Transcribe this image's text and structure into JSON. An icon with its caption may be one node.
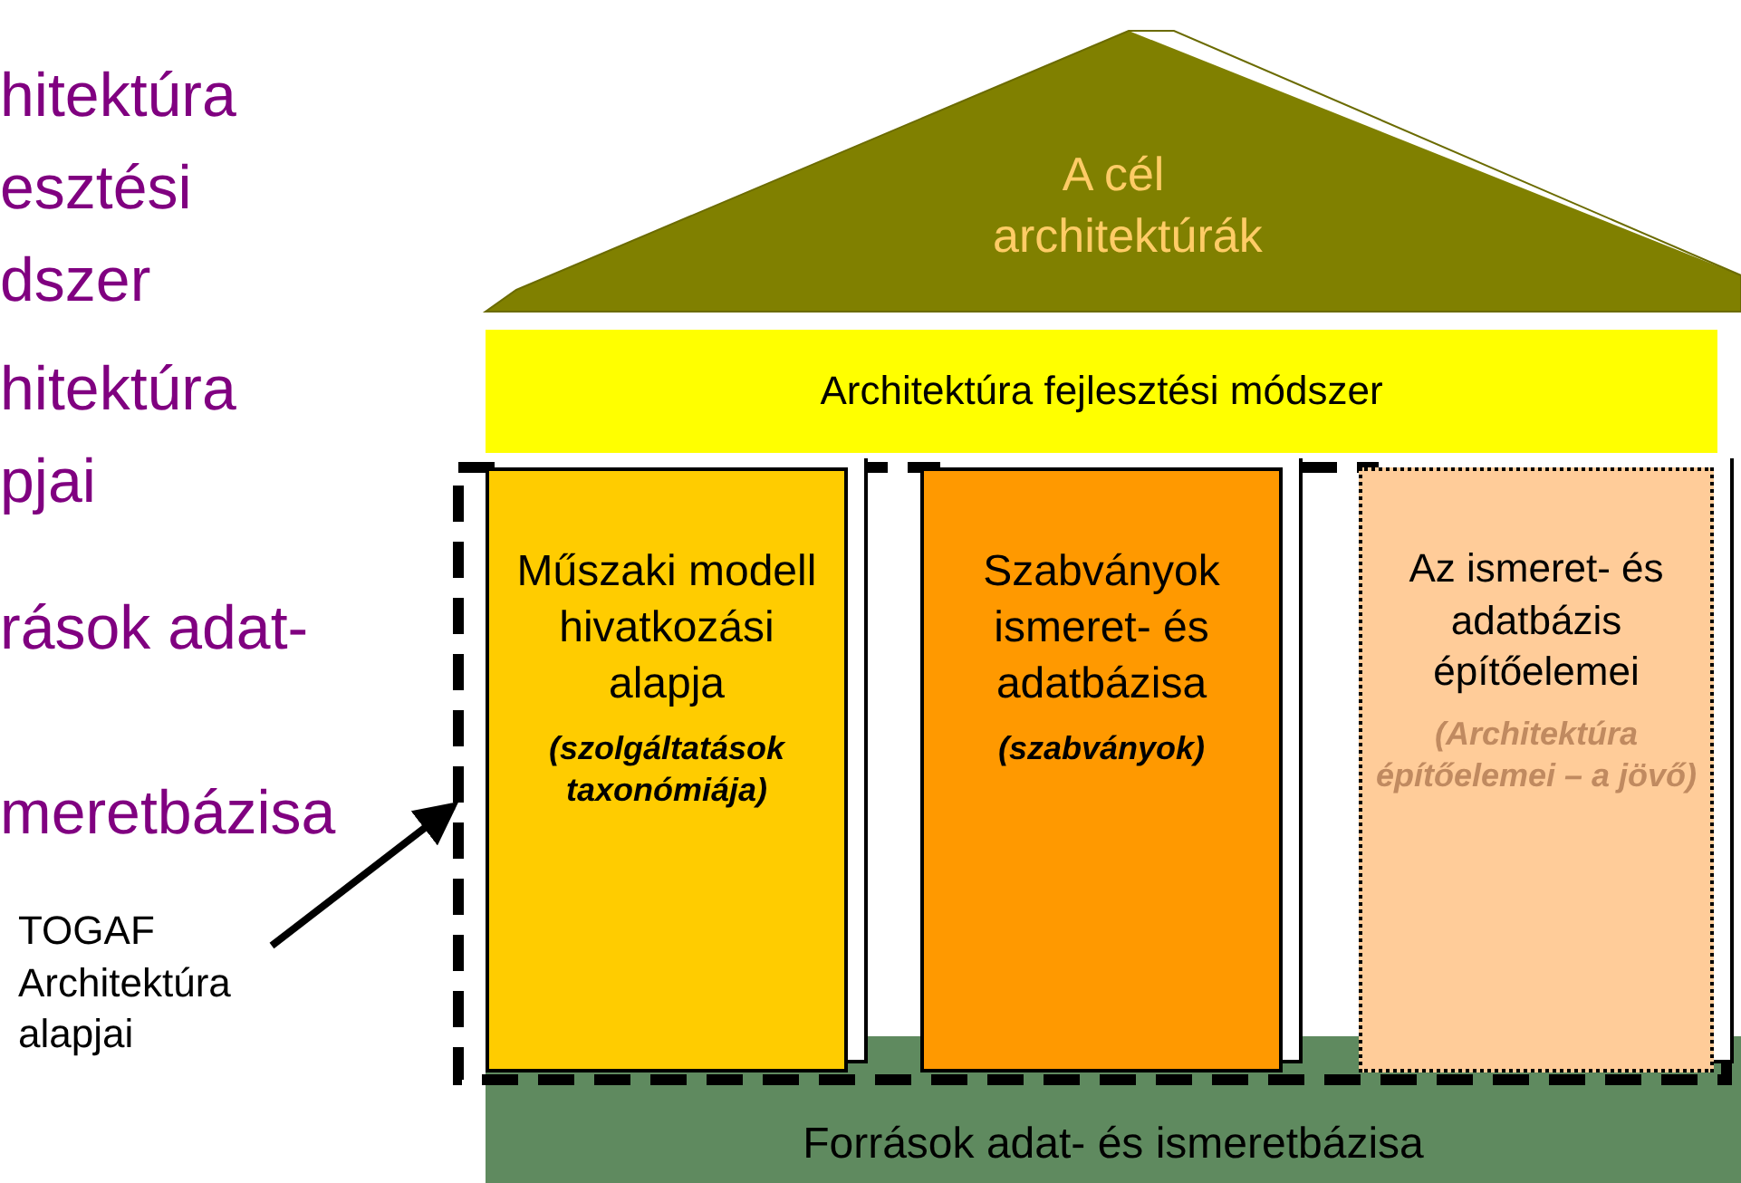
{
  "diagram": {
    "nodes": [
      {
        "text": [
          "A cél architektúrák"
        ]
      },
      {
        "text": [
          "Architektúra fejlesztési módszer"
        ]
      },
      {
        "text": [],
        "shape": "box"
      },
      {
        "text": [
          "Műszaki modell hivatkozási alapja",
          "(szolgáltatások taxonómiája)"
        ],
        "in": 2
      },
      {
        "text": [
          "Szabványok ismeret- és adatbázisa",
          "(szabványok)"
        ],
        "in": 2
      },
      {
        "text": [
          "Az ismeret- és adatbázis építőelemei",
          "(Architektúra építőelemei – a jövő)"
        ],
        "in": 2
      },
      {
        "text": [
          "Források adat- és ismeretbázisa"
        ]
      },
      {
        "text": [
          "TOGAF Architektúra alapjai"
        ]
      }
    ],
    "edges": [
      {
        "from": 7,
        "to": 2,
        "arrow": "to"
      }
    ],
    "labels": [
      "hitektúra esztési dszer",
      "hitektúra pjai",
      "rások adat- meretbázisa"
    ]
  }
}
